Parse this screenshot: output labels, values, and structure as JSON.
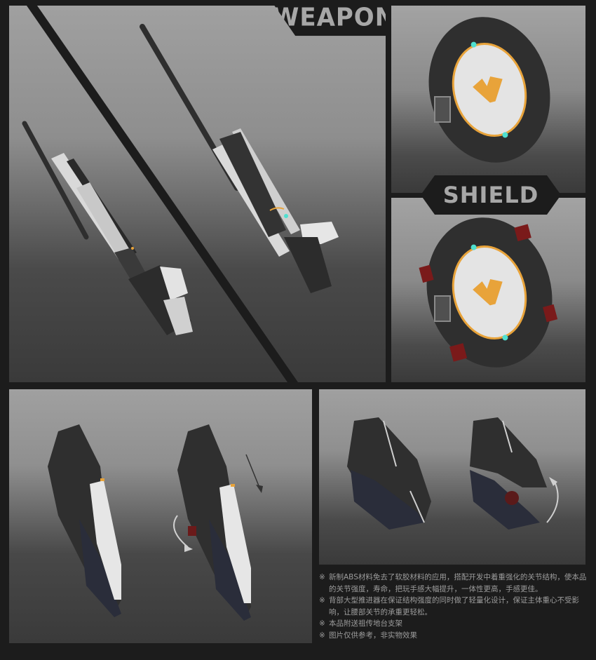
{
  "sections": {
    "weapon": {
      "label": "WEAPON"
    },
    "shield": {
      "label": "SHIELD"
    }
  },
  "notes": [
    {
      "mark": "※",
      "text": "新制ABS材料免去了软胶材料的应用，搭配开发中着重强化的关节结构，使本品的关节强度，寿命，把玩手感大幅提升，一体性更高，手感更佳。"
    },
    {
      "mark": "※",
      "text": "背部大型推进器在保证结构强度的同时做了轻量化设计，保证主体重心不受影响，让腰部关节的承重更轻松。"
    },
    {
      "mark": "※",
      "text": "本品附送祖传地台支架"
    },
    {
      "mark": "※",
      "text": "图片仅供参考，非实物效果"
    }
  ],
  "colors": {
    "background": "#1c1c1c",
    "label_text": "#a7a7a7",
    "accent_orange": "#e8a33a",
    "accent_cyan": "#4fe0d0",
    "thruster_red": "#7a1a1a"
  }
}
